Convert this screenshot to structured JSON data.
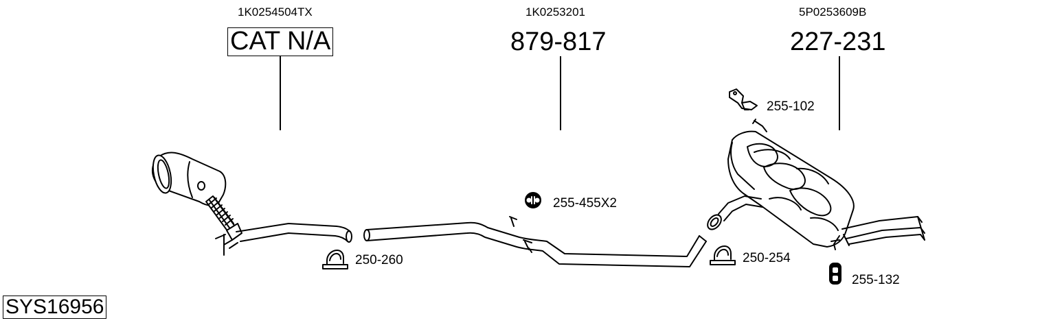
{
  "parts": {
    "catalyst": {
      "oem": "1K0254504TX",
      "number": "CAT N/A"
    },
    "middle_pipe": {
      "oem": "1K0253201",
      "number": "879-817"
    },
    "rear_silencer": {
      "oem": "5P0253609B",
      "number": "227-231"
    }
  },
  "accessories": {
    "clamp_1": "250-260",
    "rubber_mount_1": "255-455X2",
    "clamp_2": "250-254",
    "bracket": "255-102",
    "rubber_mount_2": "255-132"
  },
  "system_code": "SYS16956"
}
